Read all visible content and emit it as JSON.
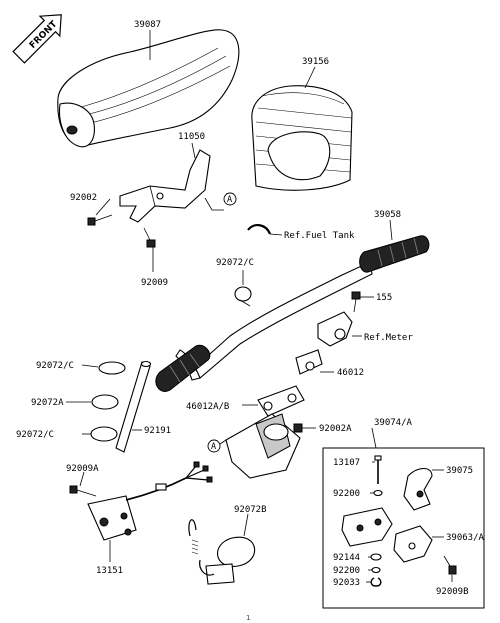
{
  "front_arrow": "FRONT",
  "callouts": {
    "ref_a": "A"
  },
  "labels": {
    "p39087": "39087",
    "p39156": "39156",
    "p11050": "11050",
    "p92002": "92002",
    "p92009": "92009",
    "p92072c_top": "92072/C",
    "ref_fuel_tank": "Ref.Fuel Tank",
    "p39058": "39058",
    "p155": "155",
    "ref_meter": "Ref.Meter",
    "p46012": "46012",
    "p46012ab": "46012A/B",
    "p92002a": "92002A",
    "p92072c_l1": "92072/C",
    "p92072a": "92072A",
    "p92072c_l2": "92072/C",
    "p92191": "92191",
    "p92009a": "92009A",
    "p13151": "13151",
    "p92072b": "92072B",
    "p39074a": "39074/A",
    "p13107": "13107",
    "p39075": "39075",
    "p92200_1": "92200",
    "p39063a": "39063/A",
    "p92144": "92144",
    "p92200_2": "92200",
    "p92033": "92033",
    "p92009b": "92009B"
  },
  "page_mark": "1"
}
